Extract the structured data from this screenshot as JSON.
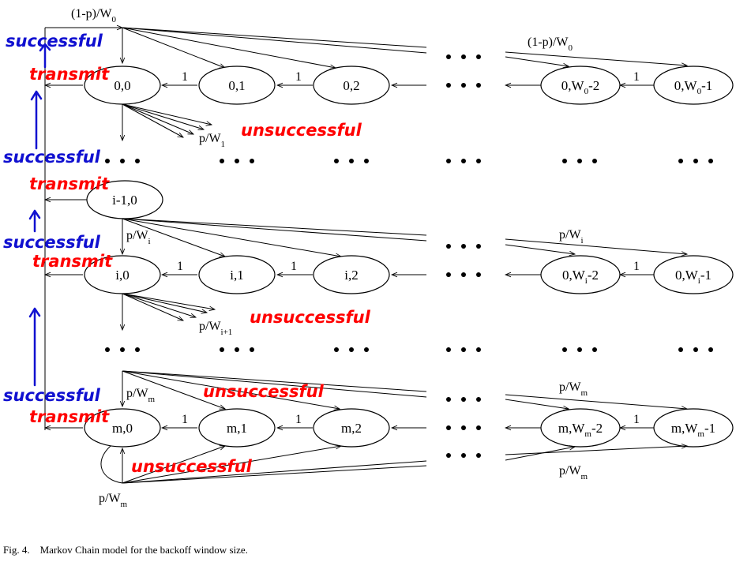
{
  "nodes": {
    "n00": "0,0",
    "n01": "0,1",
    "n02": "0,2",
    "n0w2": {
      "main": "0,W",
      "sub": "0",
      "tail": "-2"
    },
    "n0w1": {
      "main": "0,W",
      "sub": "0",
      "tail": "-1"
    },
    "ni1": "i-1,0",
    "ni0": "i,0",
    "ni_1": "i,1",
    "ni2": "i,2",
    "niw2": {
      "main": "0,W",
      "sub": "i",
      "tail": "-2"
    },
    "niw1": {
      "main": "0,W",
      "sub": "i",
      "tail": "-1"
    },
    "nm0": "m,0",
    "nm1": "m,1",
    "nm2": "m,2",
    "nmw2": {
      "main": "m,W",
      "sub": "m",
      "tail": "-2"
    },
    "nmw1": {
      "main": "m,W",
      "sub": "m",
      "tail": "-1"
    }
  },
  "edge_labels": {
    "one": "1",
    "top_left": {
      "main": "(1-p)/W",
      "sub": "0"
    },
    "top_right": {
      "main": "(1-p)/W",
      "sub": "0"
    },
    "p_w1": {
      "main": "p/W",
      "sub": "1"
    },
    "p_wi_left": {
      "main": "p/W",
      "sub": "i"
    },
    "p_wi_right": {
      "main": "p/W",
      "sub": "i"
    },
    "p_wi1": {
      "main": "p/W",
      "sub": "i+1"
    },
    "p_wm_left": {
      "main": "p/W",
      "sub": "m"
    },
    "p_wm_right_top": {
      "main": "p/W",
      "sub": "m"
    },
    "p_wm_right_bottom": {
      "main": "p/W",
      "sub": "m"
    },
    "p_wm_bottom": {
      "main": "p/W",
      "sub": "m"
    }
  },
  "annotations": {
    "successful": "successful",
    "transmit": "transmit",
    "unsuccessful": "unsuccessful"
  },
  "colors": {
    "annotation_red": "#ff0000",
    "annotation_blue": "#1010d0"
  },
  "caption": "Fig. 4.    Markov Chain model for the backoff window size."
}
